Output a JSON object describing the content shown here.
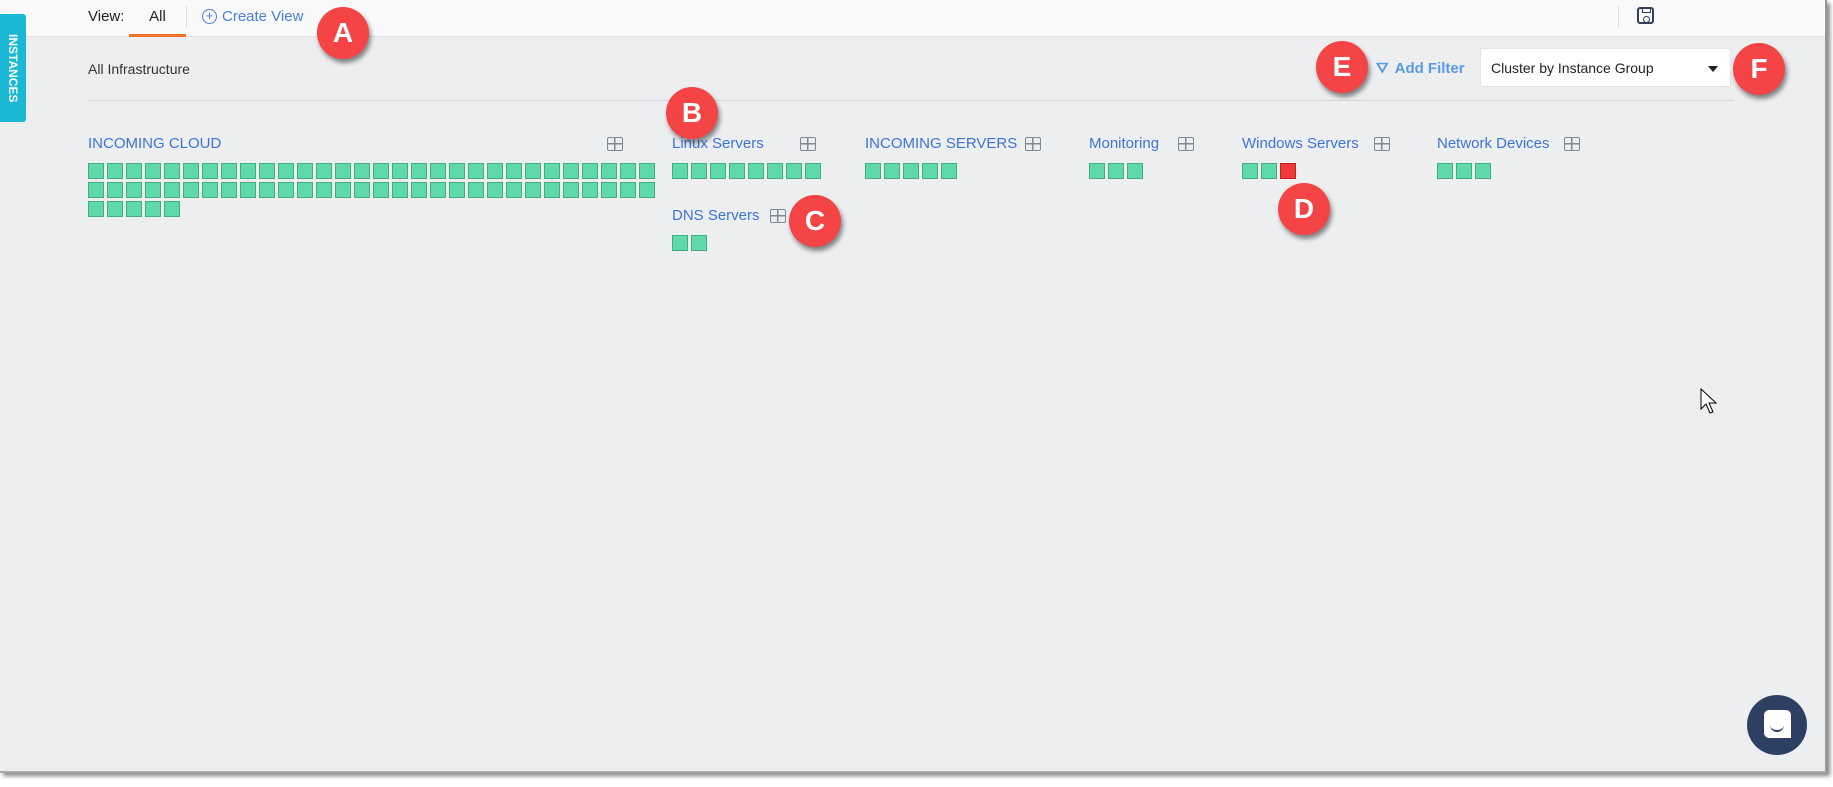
{
  "topbar": {
    "view_label": "View:",
    "tab_all": "All",
    "create_view": "Create View",
    "save_icon": "save-icon"
  },
  "side_tab": "INSTANCES",
  "breadcrumb": "All Infrastructure",
  "add_filter": "Add Filter",
  "cluster_select": {
    "value": "Cluster by Instance Group"
  },
  "colors": {
    "healthy": "#5fd9a9",
    "critical": "#f0393a",
    "accent": "#f0712c",
    "link": "#3f73d8"
  },
  "groups": [
    {
      "name": "INCOMING CLOUD",
      "healthy": 65,
      "critical": 0
    },
    {
      "name": "Linux Servers",
      "healthy": 8,
      "critical": 0
    },
    {
      "name": "DNS Servers",
      "healthy": 2,
      "critical": 0
    },
    {
      "name": "INCOMING SERVERS",
      "healthy": 5,
      "critical": 0
    },
    {
      "name": "Monitoring",
      "healthy": 3,
      "critical": 0
    },
    {
      "name": "Windows Servers",
      "healthy": 2,
      "critical": 1
    },
    {
      "name": "Network Devices",
      "healthy": 3,
      "critical": 0
    }
  ],
  "callouts": [
    "A",
    "B",
    "C",
    "D",
    "E",
    "F"
  ]
}
